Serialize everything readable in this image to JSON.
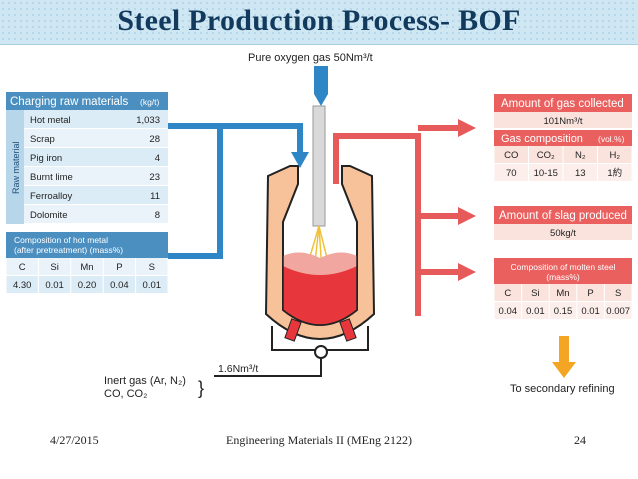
{
  "title": "Steel Production Process- BOF",
  "oxygen_label": "Pure oxygen gas   50Nm³/t",
  "charging": {
    "header": "Charging raw materials",
    "unit": "(kg/t)",
    "side_label": "Raw material",
    "rows": [
      {
        "name": "Hot metal",
        "value": "1,033"
      },
      {
        "name": "Scrap",
        "value": "28"
      },
      {
        "name": "Pig iron",
        "value": "4"
      },
      {
        "name": "Burnt lime",
        "value": "23"
      },
      {
        "name": "Ferroalloy",
        "value": "11"
      },
      {
        "name": "Dolomite",
        "value": "8"
      }
    ]
  },
  "hot_metal_comp": {
    "header_line1": "Composition of hot metal",
    "header_line2": "(after pretreatment)    (mass%)",
    "elements": [
      "C",
      "Si",
      "Mn",
      "P",
      "S"
    ],
    "values": [
      "4.30",
      "0.01",
      "0.20",
      "0.04",
      "0.01"
    ]
  },
  "gas_collected": {
    "header": "Amount of gas collected",
    "value": "101Nm³/t",
    "comp_header": "Gas composition",
    "comp_unit": "(vol.%)",
    "species": [
      "CO",
      "CO₂",
      "N₂",
      "H₂"
    ],
    "values": [
      "70",
      "10-15",
      "13",
      "1約"
    ]
  },
  "slag": {
    "header": "Amount of slag produced",
    "value": "50kg/t"
  },
  "molten_steel": {
    "header_line1": "Composition of molten steel",
    "header_line2": "(mass%)",
    "elements": [
      "C",
      "Si",
      "Mn",
      "P",
      "S"
    ],
    "values": [
      "0.04",
      "0.01",
      "0.15",
      "0.01",
      "0.007"
    ]
  },
  "inert_gas": {
    "line1": "Inert gas (Ar, N₂)",
    "line2": "CO, CO₂",
    "flow": "1.6Nm³/t"
  },
  "secondary_refining": "To secondary refining",
  "footer": {
    "date": "4/27/2015",
    "course": "Engineering Materials II (MEng 2122)",
    "page": "24"
  },
  "colors": {
    "blue_header": "#4a8fc0",
    "blue_cell": "#dcecf6",
    "red_header": "#e9605f",
    "red_cell": "#fbe3dd",
    "blue_arrow": "#2f86c6",
    "red_arrow": "#e65a5a",
    "orange_arrow": "#f3a523",
    "refractory": "#f7c29a",
    "molten": "#e8373c"
  }
}
